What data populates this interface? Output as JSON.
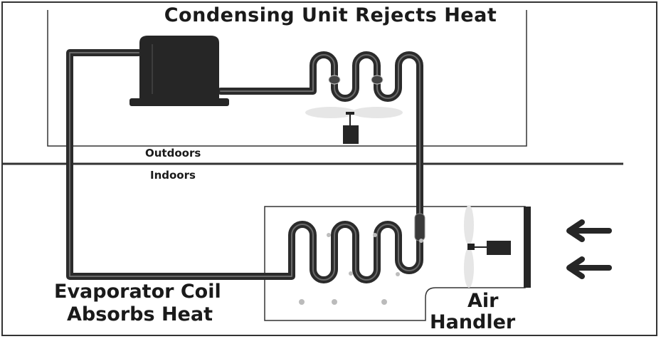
{
  "labels": {
    "title": "Condensing Unit Rejects Heat",
    "outdoors": "Outdoors",
    "indoors": "Indoors",
    "evaporator_line1": "Evaporator Coil",
    "evaporator_line2": "Absorbs Heat",
    "air_line1": "Air",
    "air_line2": "Handler"
  },
  "colors": {
    "pipe": "#2b2b2b",
    "pipe_highlight": "#6a6a6a",
    "line": "#333333",
    "text": "#1a1a1a",
    "fan": "#e6e6e6"
  },
  "icons": [
    "compressor-icon",
    "fan-icon",
    "motor-icon",
    "arrow-left-icon"
  ]
}
